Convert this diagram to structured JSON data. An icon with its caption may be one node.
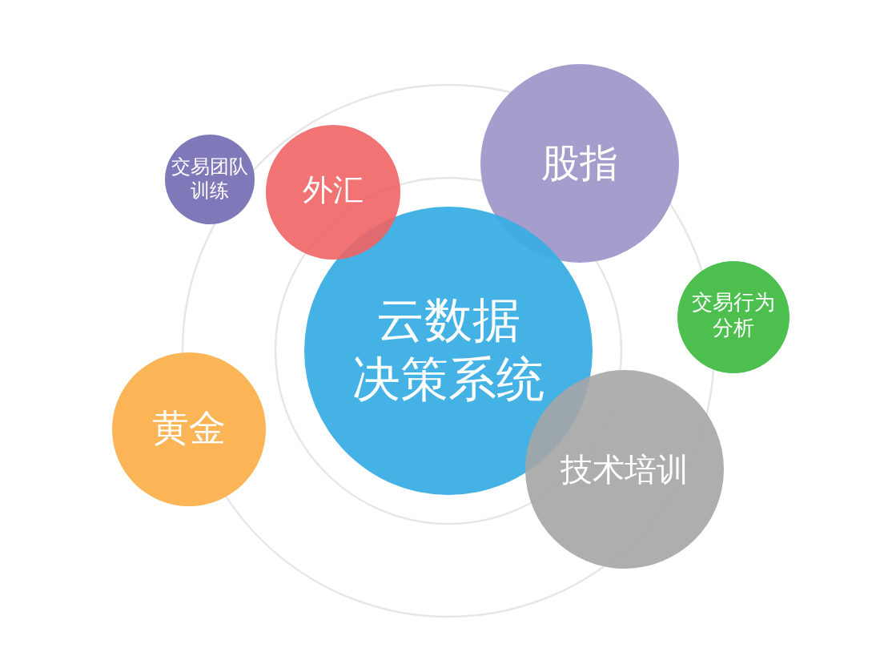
{
  "diagram": {
    "nodes": [
      {
        "text": [
          "交易团队训练"
        ]
      },
      {
        "text": [
          "外汇"
        ]
      },
      {
        "text": [
          "股指"
        ]
      },
      {
        "text": [
          "云数据决策系统"
        ]
      },
      {
        "text": [
          "交易行为分析"
        ]
      },
      {
        "text": [
          "黄金"
        ]
      },
      {
        "text": [
          "技术培训"
        ]
      }
    ]
  }
}
